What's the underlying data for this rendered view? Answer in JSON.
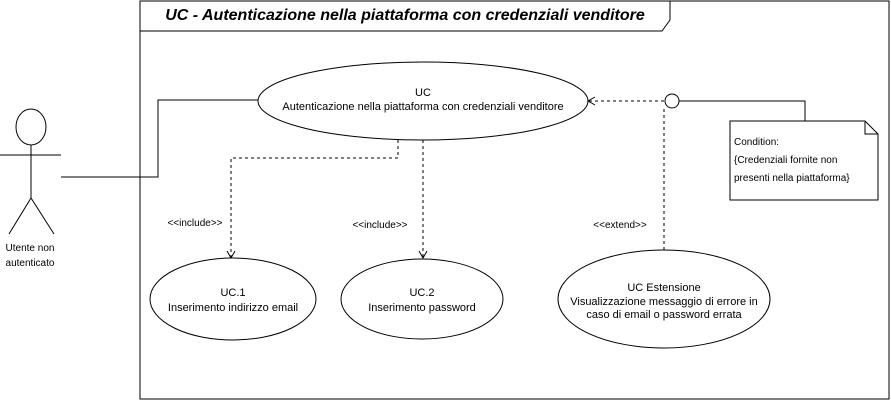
{
  "diagram": {
    "title": "UC - Autenticazione nella piattaforma con credenziali venditore",
    "actor": {
      "label_line1": "Utente non",
      "label_line2": "autenticato"
    },
    "main_use_case": {
      "line1": "UC",
      "line2": "Autenticazione nella piattaforma con credenziali venditore"
    },
    "uc1": {
      "line1": "UC.1",
      "line2": "Inserimento indirizzo email"
    },
    "uc2": {
      "line1": "UC.2",
      "line2": "Inserimento password"
    },
    "extension": {
      "line1": "UC Estensione",
      "line2": "Visualizzazione messaggio di errore in",
      "line3": "caso di email o password errata"
    },
    "include_label": "<<include>>",
    "extend_label": "<<extend>>",
    "condition_note": {
      "line1": "Condition:",
      "line2": "{Credenziali fornite non",
      "line3": "presenti nella piattaforma}"
    }
  }
}
